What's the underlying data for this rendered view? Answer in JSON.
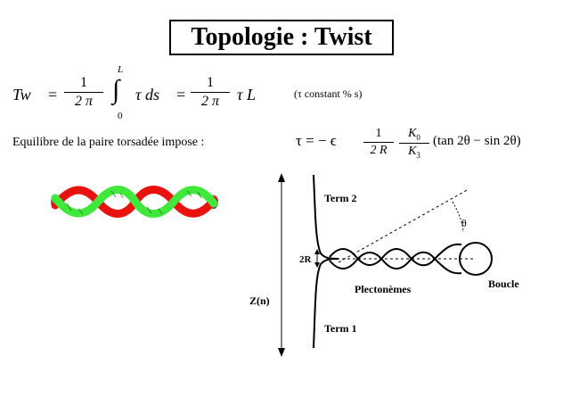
{
  "title": "Topologie : Twist",
  "formula1": {
    "lhs": "Tw",
    "eq": "=",
    "num": "1",
    "den": "2 π",
    "upper": "L",
    "lower": "0",
    "integral": "∫",
    "integrand": "τ ds",
    "eq2": "=",
    "num2": "1",
    "den2": "2 π",
    "rhs": "τ L",
    "note": "(τ constant % s)"
  },
  "formula2": {
    "label": "Equilibre de la paire torsadée impose :",
    "lhs": "τ = − ϵ",
    "num": "1",
    "den": "2  R",
    "k0": "K",
    "k0_sub": "0",
    "k3": "K",
    "k3_sub": "3",
    "paren": "(tan 2θ − sin 2θ)"
  },
  "diagram": {
    "term2": "Term 2",
    "term1": "Term 1",
    "twor": "2R",
    "zn": "Z(n)",
    "plecto": "Plectonèmes",
    "boucle": "Boucle",
    "theta": "θ"
  },
  "colors": {
    "strand_red": "#e8120e",
    "strand_green": "#3fe83a",
    "tube_gray": "#7a7a7a",
    "ink": "#000000"
  }
}
